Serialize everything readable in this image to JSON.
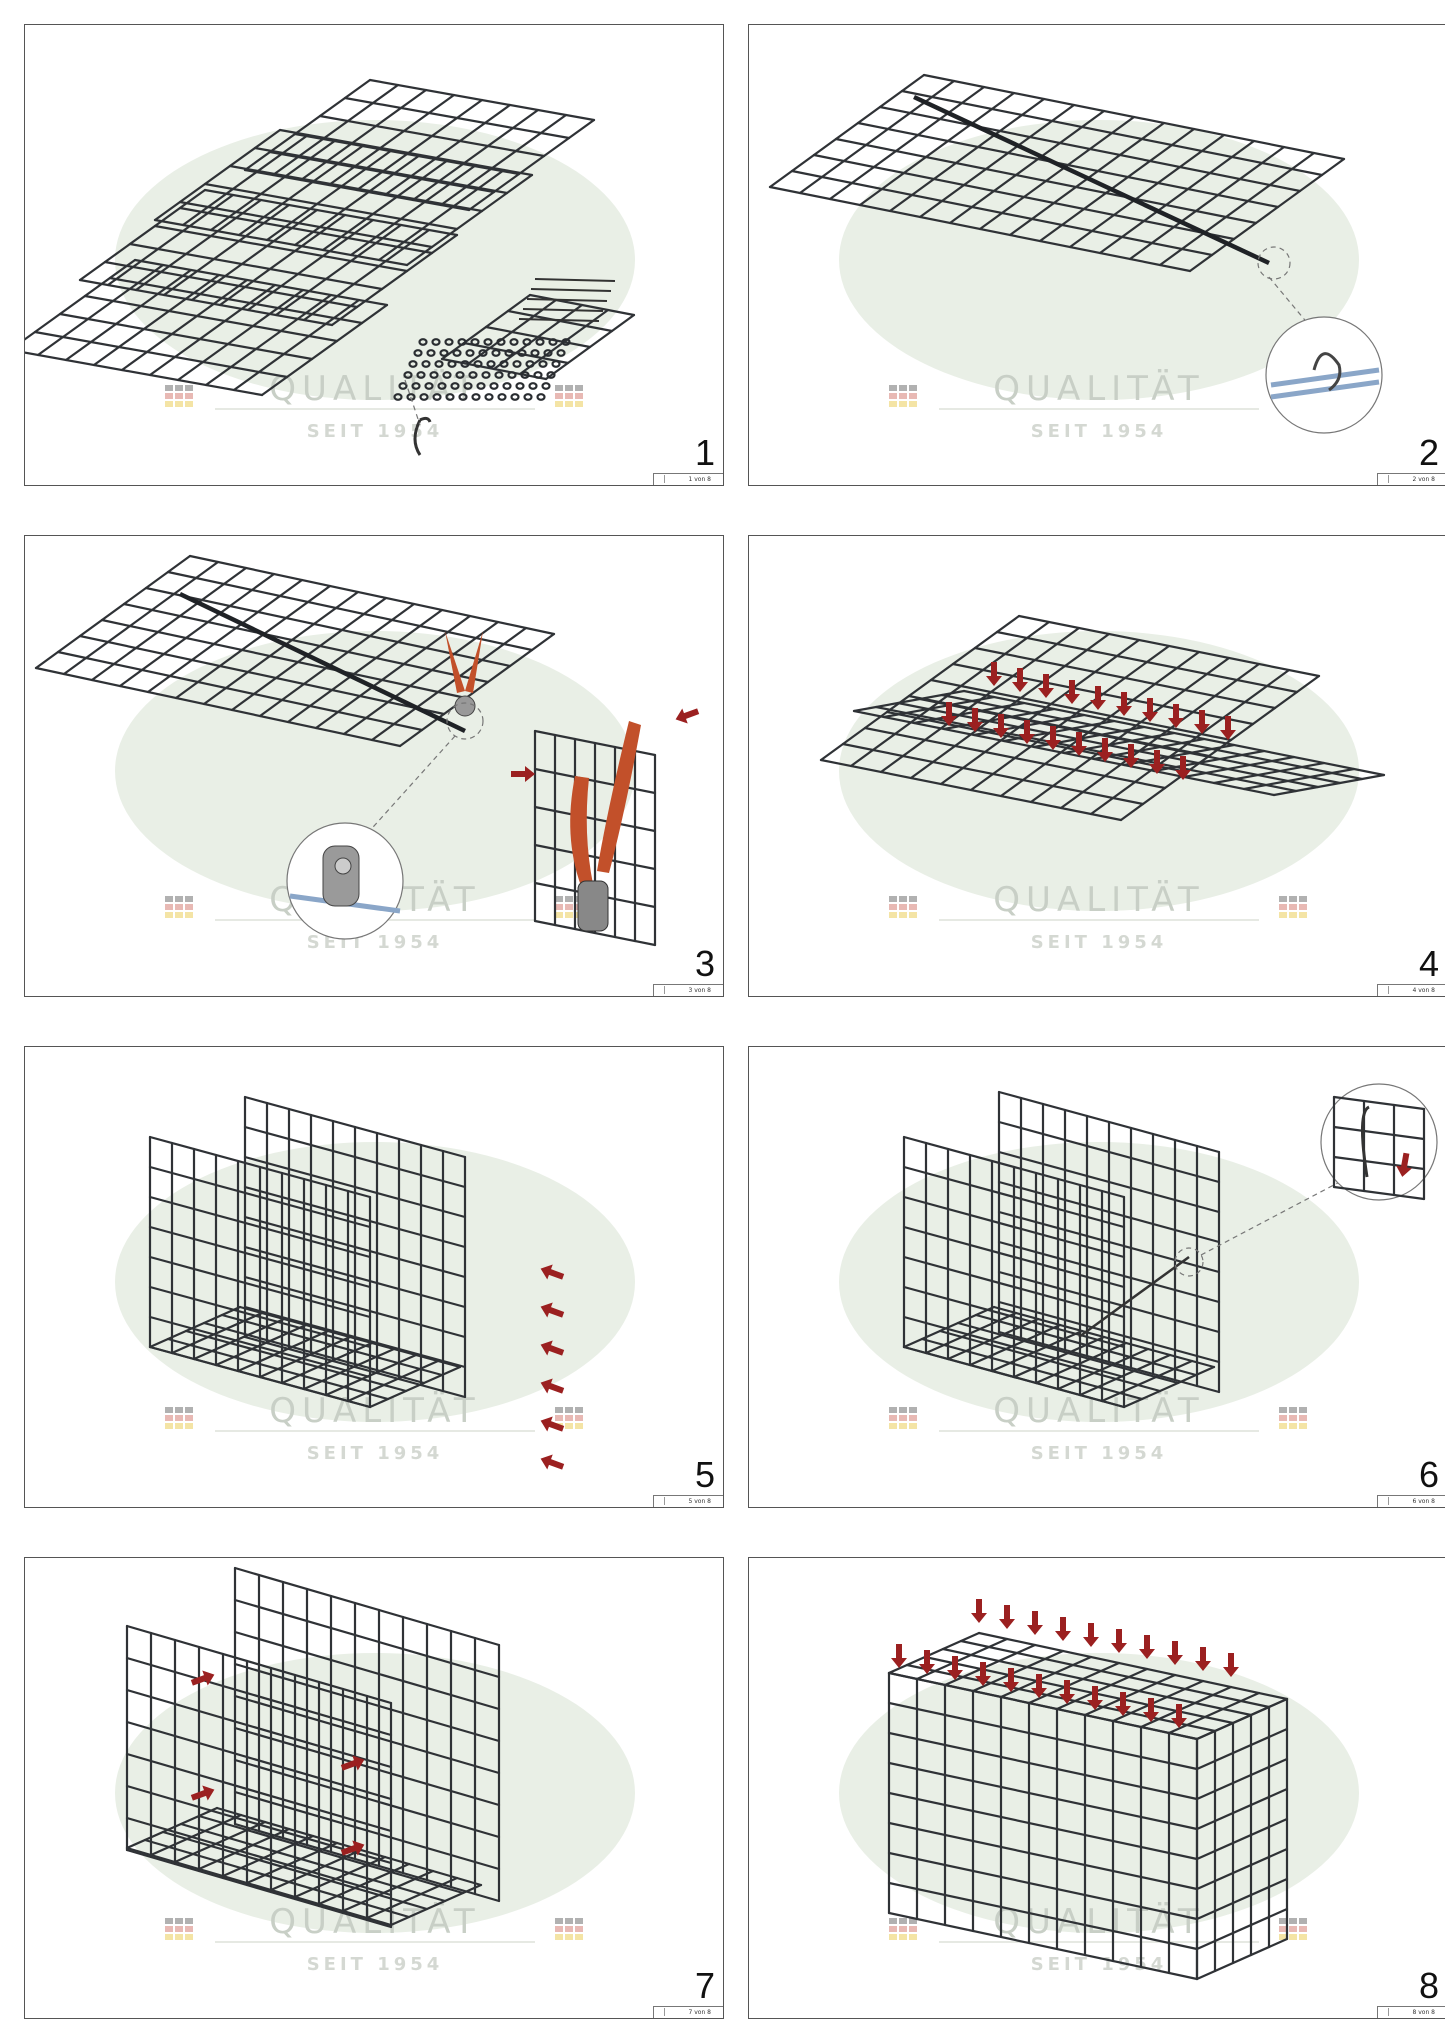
{
  "panels": [
    {
      "step": "1",
      "page_label": "1 von 8"
    },
    {
      "step": "2",
      "page_label": "2 von 8"
    },
    {
      "step": "3",
      "page_label": "3 von 8"
    },
    {
      "step": "4",
      "page_label": "4 von 8"
    },
    {
      "step": "5",
      "page_label": "5 von 8"
    },
    {
      "step": "6",
      "page_label": "6 von 8"
    },
    {
      "step": "7",
      "page_label": "7 von 8"
    },
    {
      "step": "8",
      "page_label": "8 von 8"
    }
  ],
  "watermark": {
    "quality": "QUALITÄT",
    "since": "SEIT 1954"
  },
  "colors": {
    "wire": "#2f3236",
    "arrow": "#9b2020",
    "plier_handle": "#c2502a",
    "watermark": "#e9efe6"
  }
}
